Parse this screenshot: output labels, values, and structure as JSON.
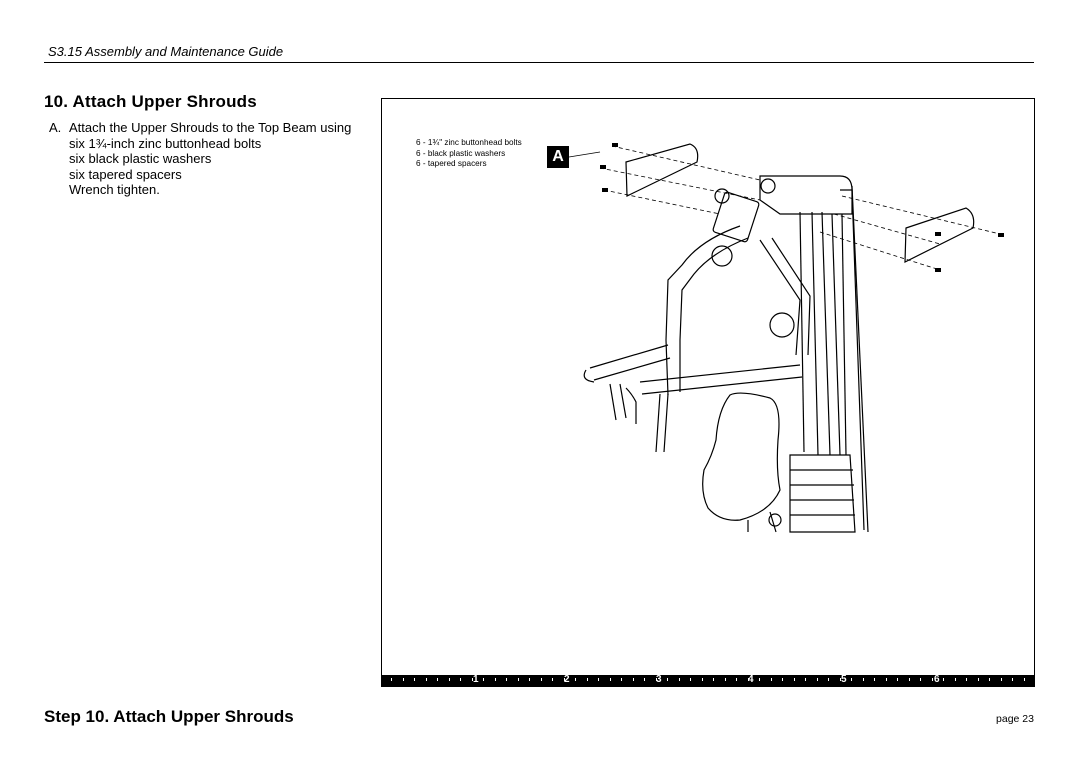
{
  "header": {
    "guide_title": "S3.15 Assembly and Maintenance Guide"
  },
  "section": {
    "heading": "10. Attach Upper Shrouds"
  },
  "instructions": {
    "label": "A.",
    "lines": [
      "Attach the Upper Shrouds to the Top Beam using",
      "six 1¾-inch zinc buttonhead bolts",
      "six black plastic washers",
      "six tapered spacers",
      "Wrench tighten."
    ]
  },
  "figure": {
    "callout_label": "A",
    "parts": [
      "6 - 1¾\" zinc buttonhead bolts",
      "6 - black plastic washers",
      "6 - tapered spacers"
    ]
  },
  "ruler": {
    "marks": [
      "1",
      "2",
      "3",
      "4",
      "5",
      "6"
    ]
  },
  "footer": {
    "step_title": "Step 10. Attach Upper Shrouds",
    "page": "page 23"
  }
}
